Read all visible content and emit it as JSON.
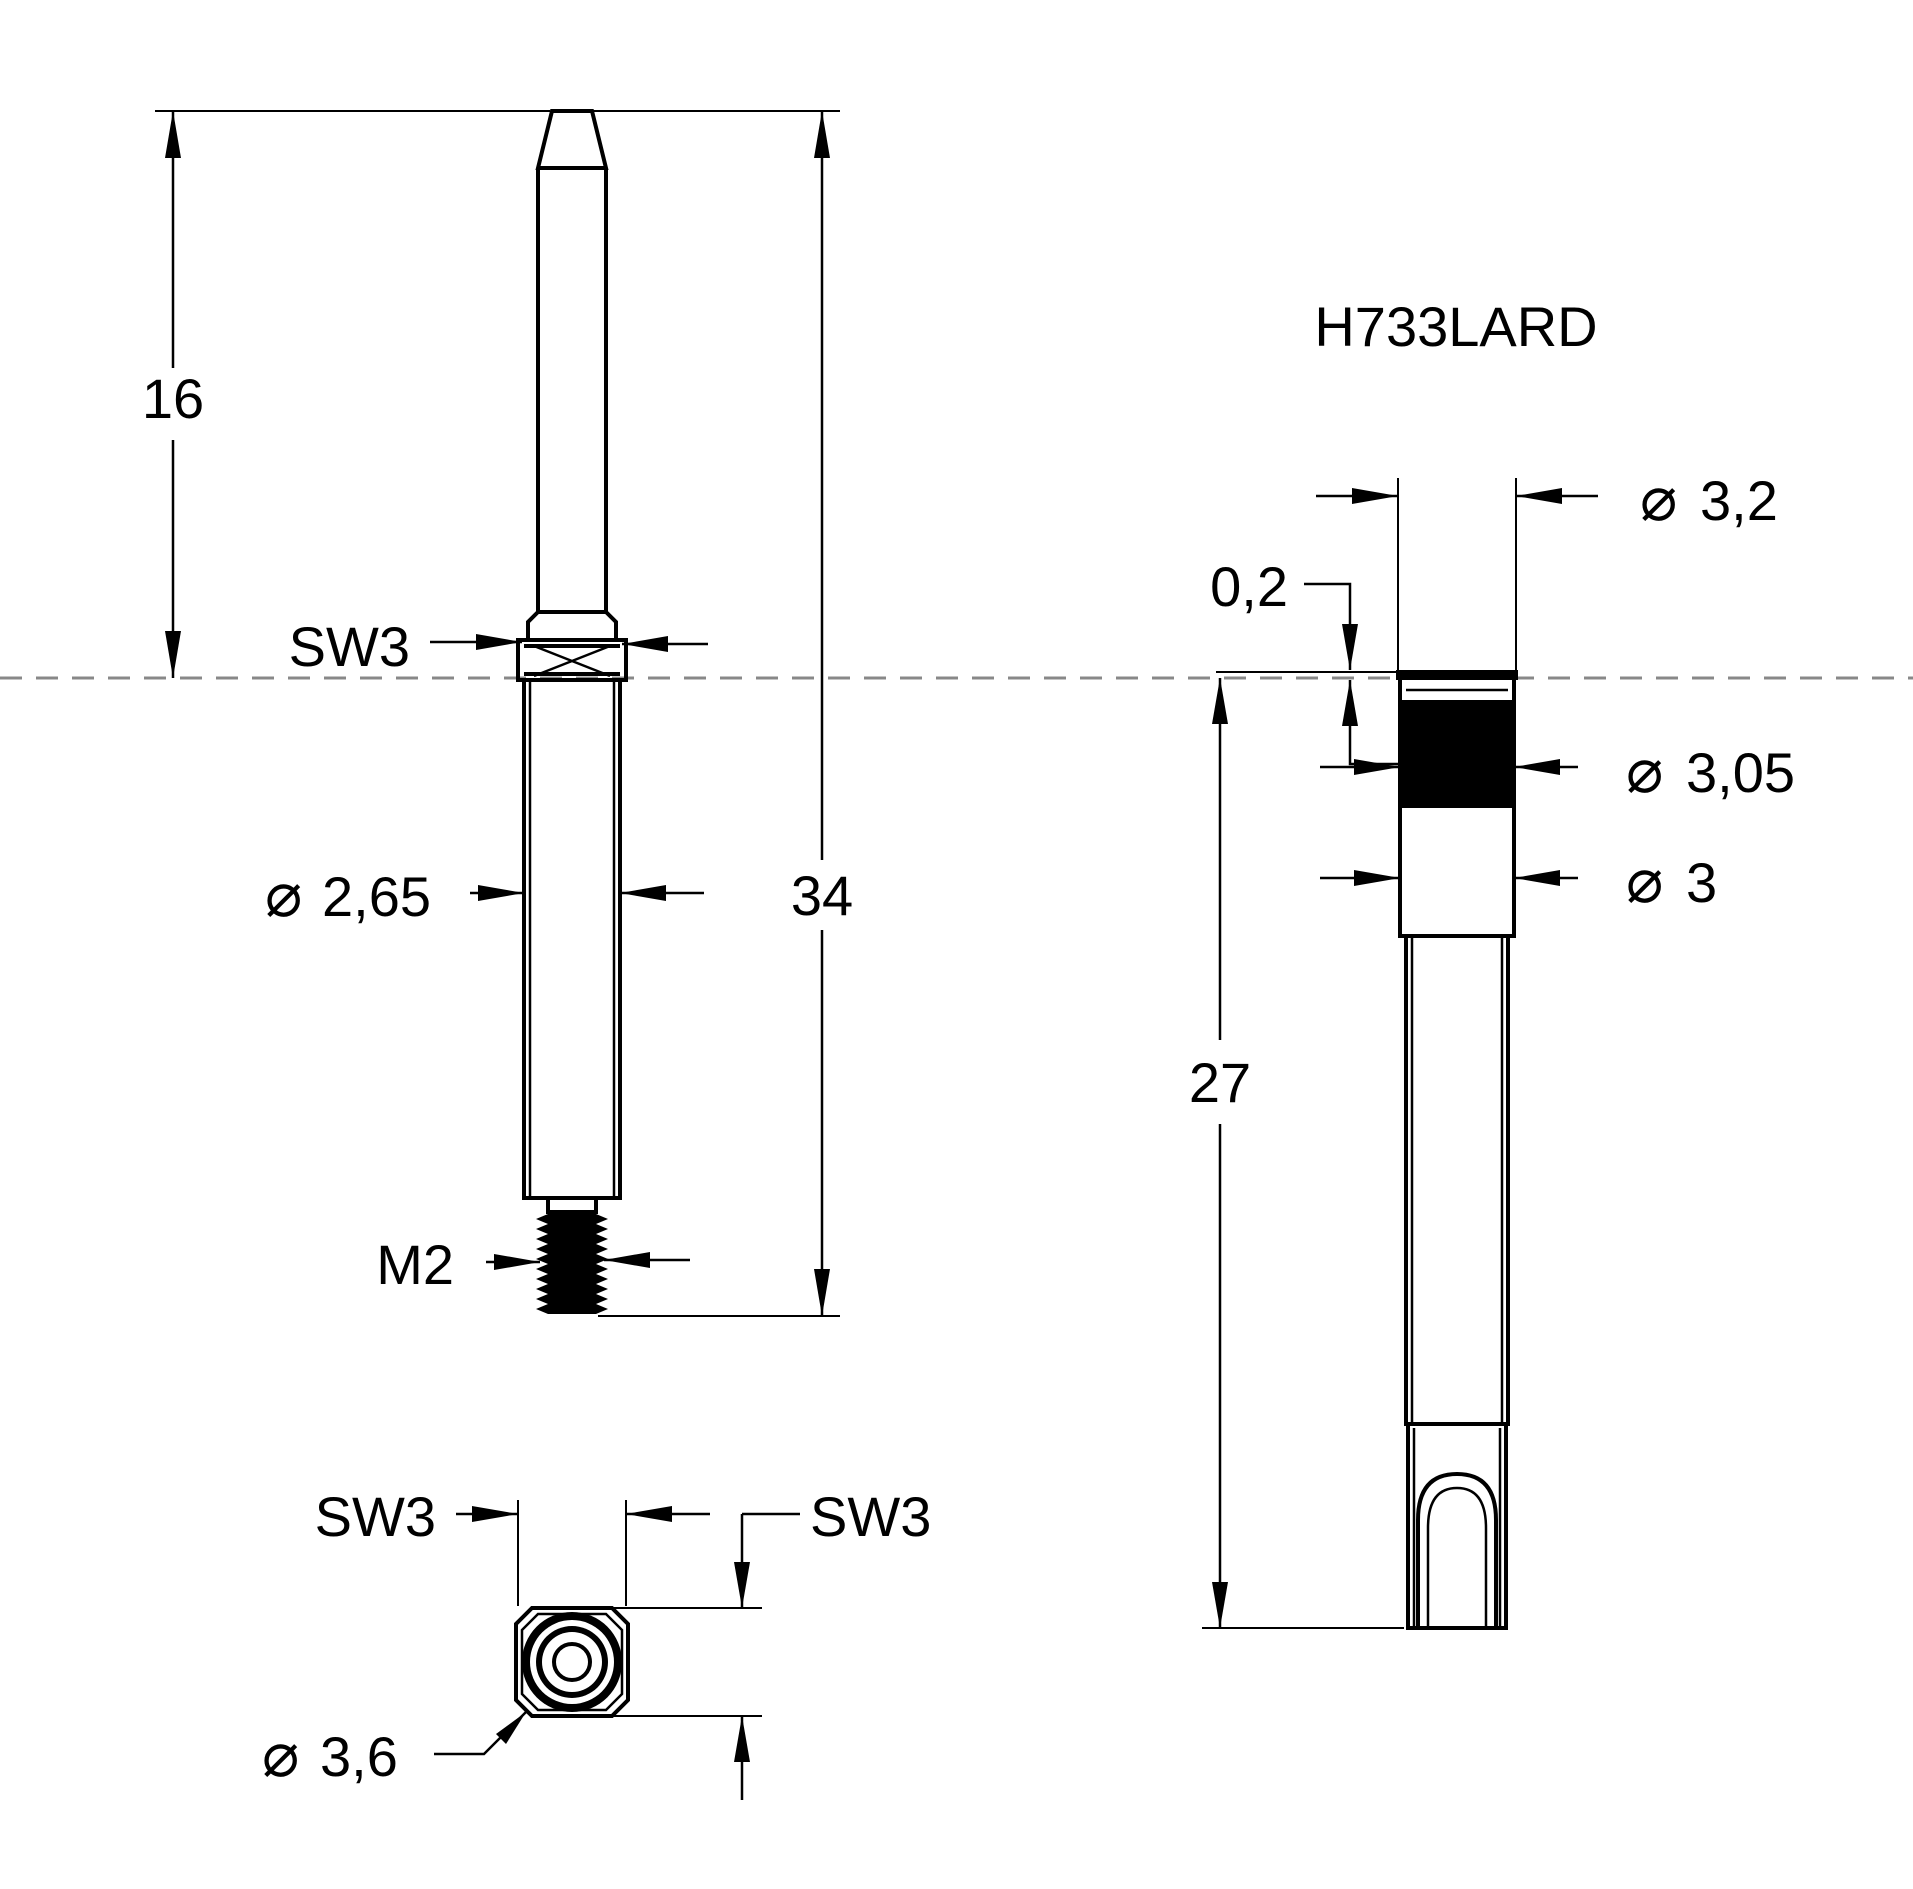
{
  "part_number": "H733LARD",
  "diameter_symbol": "⌀",
  "labels": {
    "len_16": "16",
    "len_34": "34",
    "len_27": "27",
    "sw3_side": "SW3",
    "dia_265": "2,65",
    "m2": "M2",
    "sw3_bottom_left": "SW3",
    "sw3_bottom_right": "SW3",
    "dia_36": "3,6",
    "dia_32": "3,2",
    "dim_02": "0,2",
    "dia_305": "3,05",
    "dia_3": "3"
  }
}
